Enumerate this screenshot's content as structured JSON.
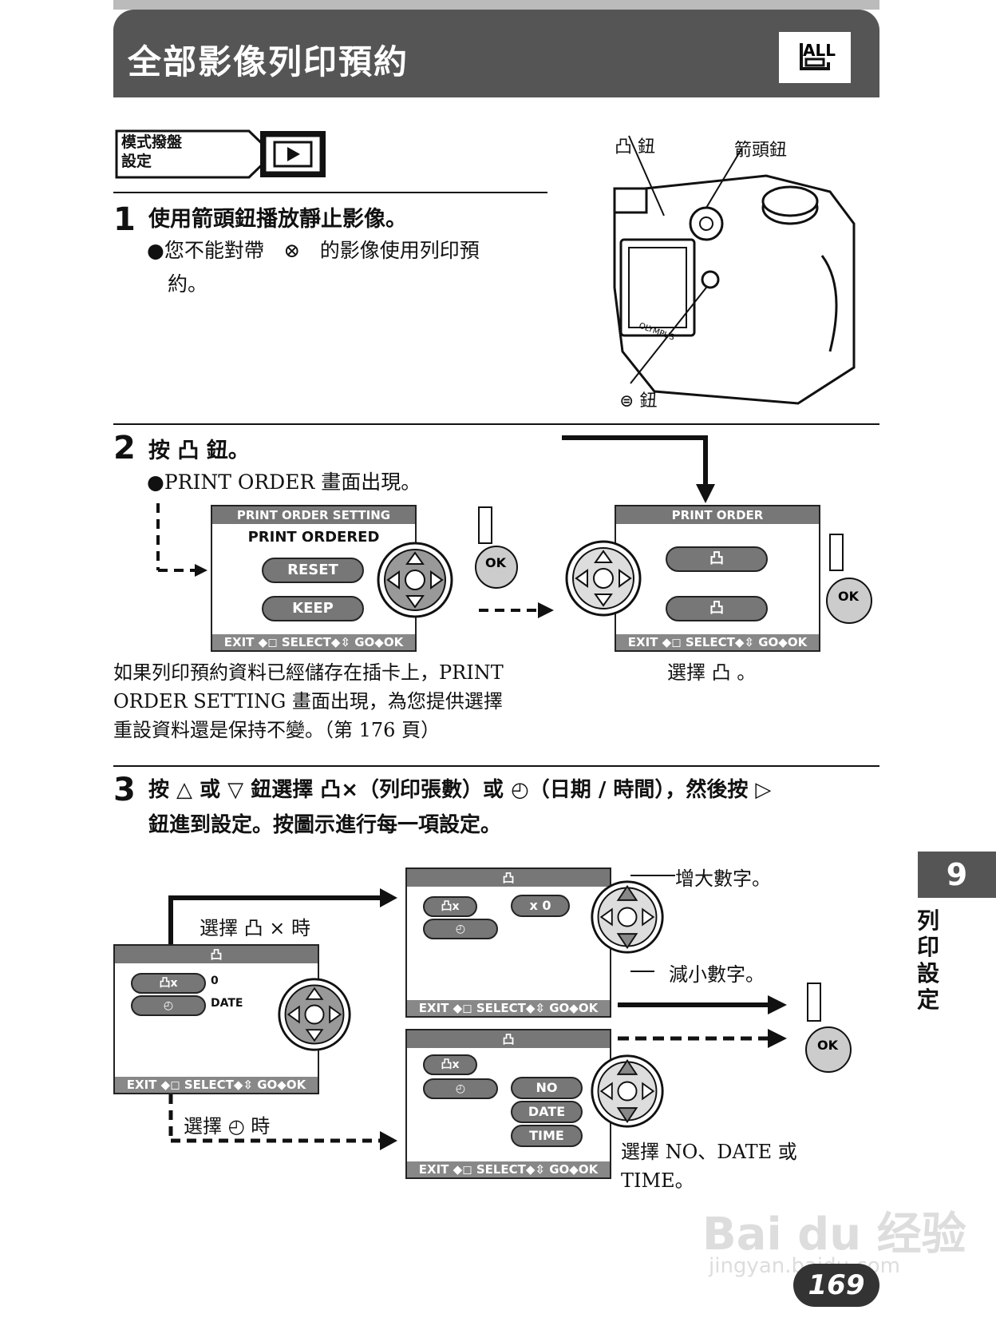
{
  "header": {
    "title": "全部影像列印預約",
    "icon": "print-all-icon"
  },
  "mode_dial": {
    "label_line1": "模式撥盤",
    "label_line2": "設定",
    "icon": "play-icon"
  },
  "camera": {
    "label_print_button": "鈕",
    "label_arrow_button": "箭頭鈕",
    "label_ok_button": "鈕"
  },
  "step1": {
    "number": "1",
    "text": "使用箭頭鈕播放靜止影像。",
    "note_line1": "●您不能對帶",
    "note_line1b": "的影像使用列印預",
    "note_line2": "約。"
  },
  "step2": {
    "number": "2",
    "text": "按 凸 鈕。",
    "note": "●PRINT  ORDER  畫面出現。",
    "screen1": {
      "title": "PRINT ORDER SETTING",
      "subtitle": "PRINT ORDERED",
      "btn1": "RESET",
      "btn2": "KEEP",
      "footer": "EXIT ◆◻   SELECT◆⇳   GO◆OK"
    },
    "screen2": {
      "title": "PRINT ORDER",
      "footer": "EXIT ◆◻   SELECT◆⇳   GO◆OK"
    },
    "caption_left_1": "如果列印預約資料已經儲存在插卡上，PRINT",
    "caption_left_2": "ORDER  SETTING  畫面出現，為您提供選擇",
    "caption_left_3": "重設資料還是保持不變。（第 176  頁）",
    "caption_right": "選擇",
    "caption_right_end": "。"
  },
  "step3": {
    "number": "3",
    "text_line1": "按 △ 或 ▽ 鈕選擇 凸×（列印張數）或 ◴（日期 / 時間），然後按 ▷",
    "text_line2": "鈕進到設定。按圖示進行每一項設定。",
    "label_select_copies": "選擇  凸  ×  時",
    "label_select_date": "選擇  ◴  時",
    "label_increase": "增大數字。",
    "label_decrease": "減小數字。",
    "label_choose": "選擇  NO、DATE  或",
    "label_choose2": "TIME。",
    "screen_main": {
      "row1_value": "0",
      "row2_value": "DATE",
      "footer": "EXIT ◆◻   SELECT◆⇳   GO◆OK"
    },
    "screen_copies": {
      "value_prefix": "x",
      "value": "0",
      "footer": "EXIT ◆◻   SELECT◆⇳   GO◆OK"
    },
    "screen_date": {
      "opt1": "NO",
      "opt2": "DATE",
      "opt3": "TIME",
      "footer": "EXIT ◆◻   SELECT◆⇳   GO◆OK"
    }
  },
  "side_tab": {
    "number": "9",
    "label": "列印設定"
  },
  "page_number": "169",
  "watermark": {
    "line1": "Bai du 经验",
    "line2": "jingyan.baidu.com"
  },
  "ok_label": "OK"
}
